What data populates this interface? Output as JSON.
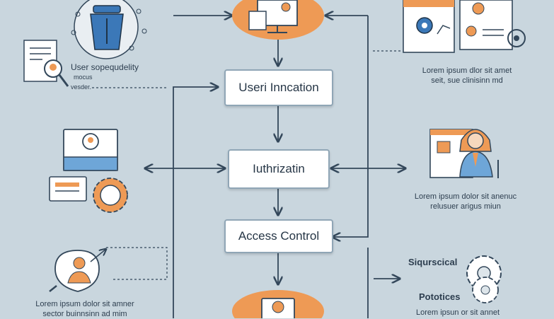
{
  "nodes": {
    "user_innovation": "Useri Inncation",
    "authorization": "Iuthrizatin",
    "access_control": "Access Control"
  },
  "labels": {
    "left_top": [
      "User sopequdelity",
      "mocus",
      "vesder."
    ],
    "right_top": [
      "Lorem ipsum dlor sit amet",
      "seit, sue clinisinn md"
    ],
    "right_mid": [
      "Lorem ipsum dolor sit anenuc",
      "relusuer arigus miun"
    ],
    "left_bottom": [
      "Lorem ipsum dolor sit amner",
      "sector buinnsinn ad mim"
    ],
    "right_bottom_title": "Siqurscical",
    "right_bottom_sub": "Pototices",
    "right_bottom_text": "Lorem ipsun or sit annet"
  },
  "icons": {
    "top_left": "trash-bin-icon",
    "doc_magnifier": "document-magnifier-icon",
    "top_center": "monitor-user-icon",
    "top_right": "documents-gear-icon",
    "mid_left": "monitor-user-icon",
    "mid_left_card": "id-card-icon",
    "mid_left_gear": "gear-icon",
    "mid_right": "woman-document-icon",
    "bottom_left": "user-chat-icon",
    "bottom_center": "user-badge-icon",
    "bottom_right": "gears-icon"
  },
  "colors": {
    "background": "#c9d6de",
    "accent_orange": "#ee9a55",
    "accent_blue": "#3b78b8",
    "line": "#33475a"
  }
}
